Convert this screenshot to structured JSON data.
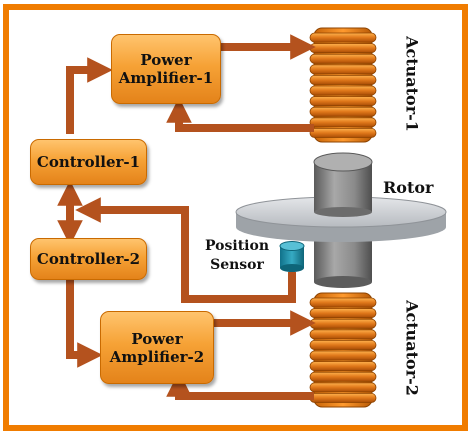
{
  "blocks": {
    "power_amplifier_1": {
      "line1": "Power",
      "line2": "Amplifier-1"
    },
    "power_amplifier_2": {
      "line1": "Power",
      "line2": "Amplifier-2"
    },
    "controller_1": "Controller-1",
    "controller_2": "Controller-2"
  },
  "labels": {
    "actuator_1": "Actuator-1",
    "actuator_2": "Actuator-2",
    "rotor": "Rotor",
    "position_sensor": {
      "line1": "Position",
      "line2": "Sensor"
    }
  },
  "colors": {
    "frame": "#f07c00",
    "arrow": "#b4521e",
    "block_fill": "#f6a236",
    "coil": "#e0781a",
    "disc": "#cfd2d6",
    "shaft": "#7f7f7f",
    "sensor": "#1f8fa8"
  }
}
